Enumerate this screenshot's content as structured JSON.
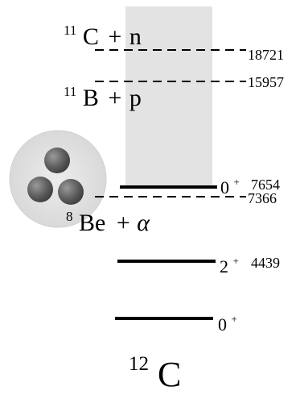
{
  "nucleus": {
    "mass_number": "12",
    "symbol": "C"
  },
  "channels": [
    {
      "mass_number": "11",
      "core": "C",
      "plus": "+",
      "particle": "n",
      "threshold": "18721"
    },
    {
      "mass_number": "11",
      "core": "B",
      "plus": "+",
      "particle": "p",
      "threshold": "15957"
    },
    {
      "mass_number": "8",
      "core": "Be",
      "plus": "+",
      "particle": "α",
      "threshold": "7366"
    }
  ],
  "levels": [
    {
      "spin": "0",
      "parity": "+",
      "energy": "7654"
    },
    {
      "spin": "2",
      "parity": "+",
      "energy": "4439"
    },
    {
      "spin": "0",
      "parity": "+",
      "energy": ""
    }
  ],
  "colors": {
    "band": "#e3e3e3",
    "cluster_bubble": "#e2e2e2",
    "alpha_particle": "#6f6f6f"
  },
  "icons": {
    "cluster": "three-alpha-cluster-icon"
  }
}
